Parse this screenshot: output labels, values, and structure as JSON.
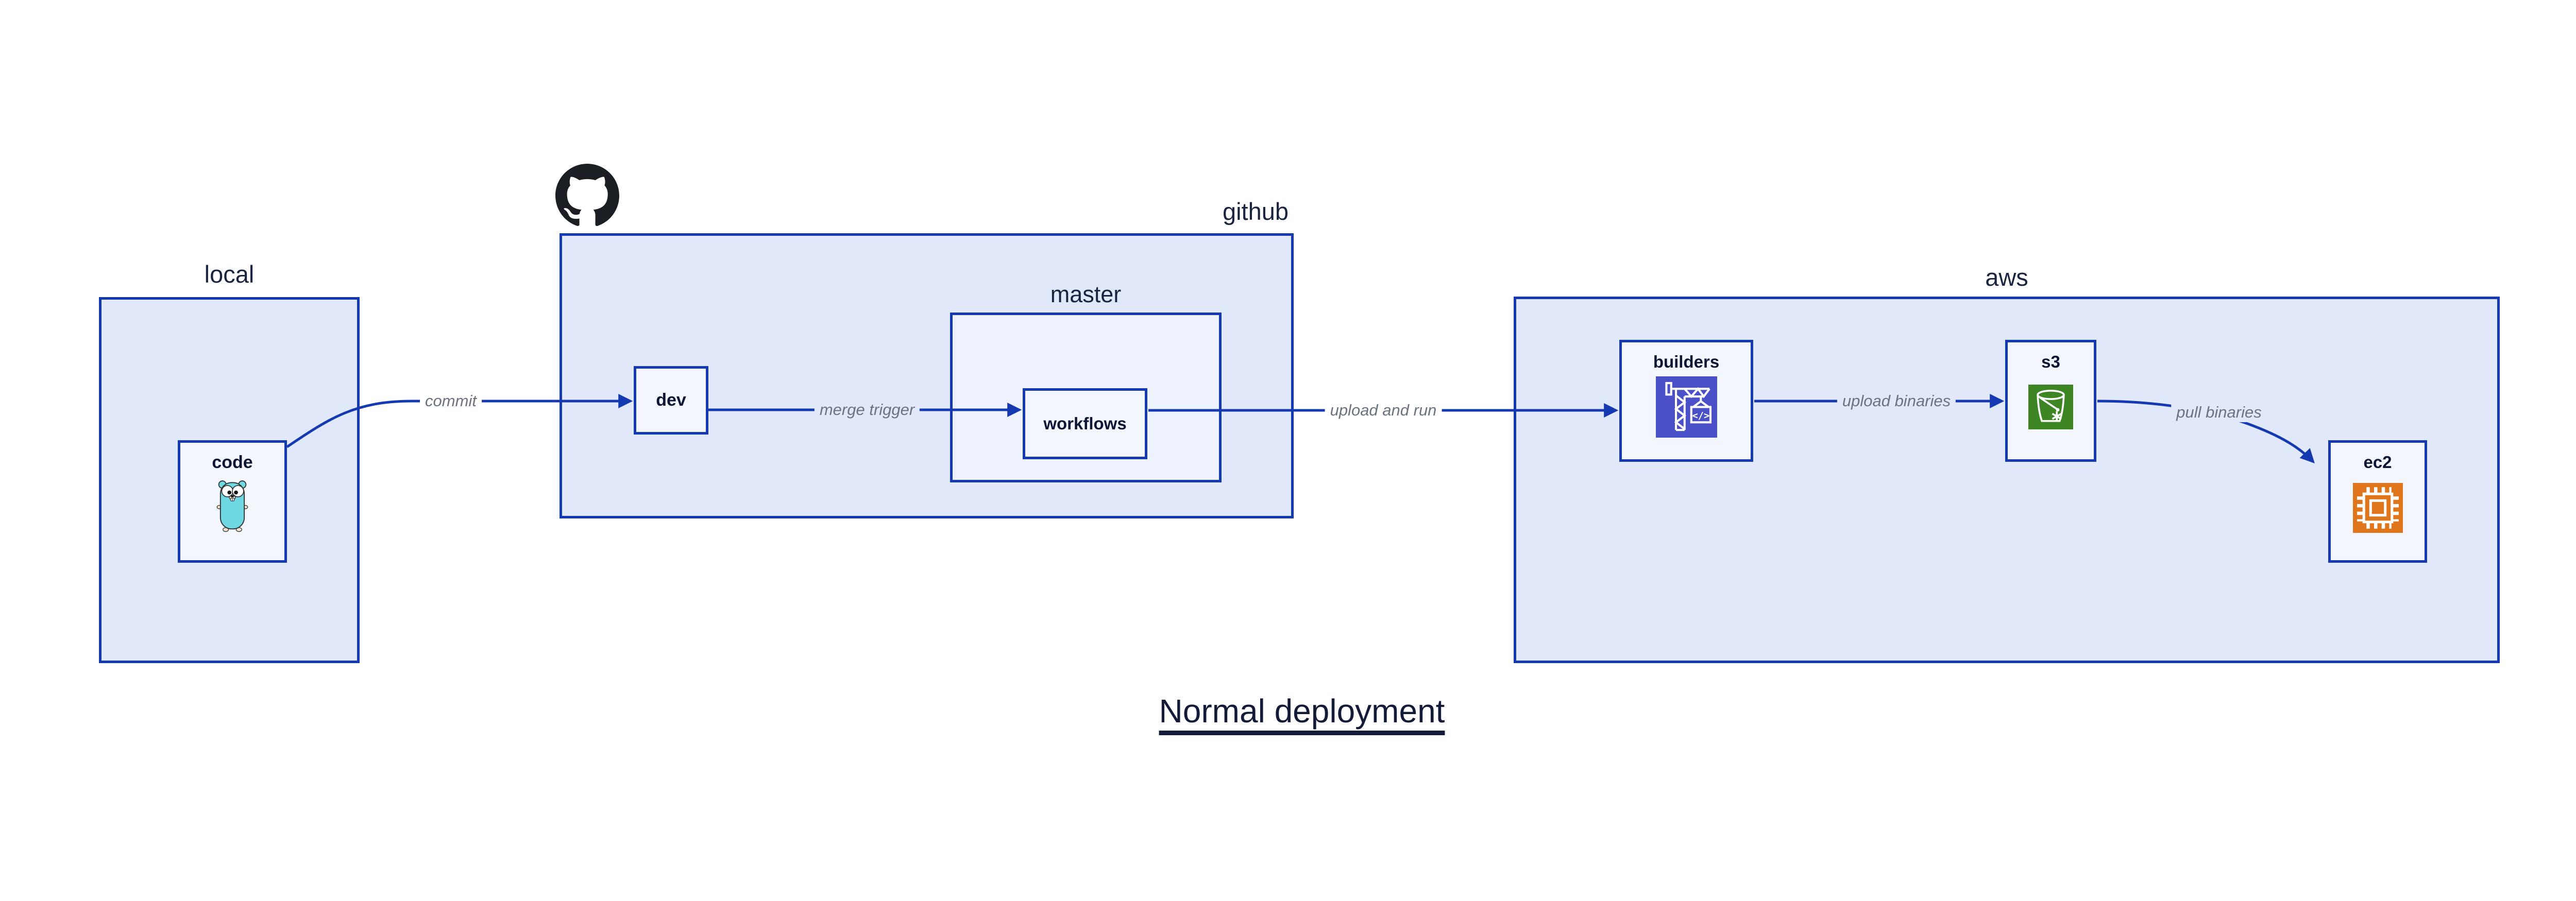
{
  "diagram": {
    "title": "Normal deployment",
    "groups": {
      "local": {
        "label": "local"
      },
      "github": {
        "label": "github"
      },
      "master": {
        "label": "master"
      },
      "aws": {
        "label": "aws"
      }
    },
    "nodes": {
      "code": {
        "label": "code",
        "icon": "go-gopher-icon"
      },
      "dev": {
        "label": "dev"
      },
      "workflows": {
        "label": "workflows"
      },
      "builders": {
        "label": "builders",
        "icon": "codebuild-crane-icon"
      },
      "s3": {
        "label": "s3",
        "icon": "s3-glacier-bucket-icon"
      },
      "ec2": {
        "label": "ec2",
        "icon": "ec2-chip-icon"
      }
    },
    "edges": [
      {
        "from": "code",
        "to": "dev",
        "label": "commit"
      },
      {
        "from": "dev",
        "to": "workflows",
        "label": "merge trigger"
      },
      {
        "from": "workflows",
        "to": "builders",
        "label": "upload and run"
      },
      {
        "from": "builders",
        "to": "s3",
        "label": "upload binaries"
      },
      {
        "from": "s3",
        "to": "ec2",
        "label": "pull binaries"
      }
    ],
    "icons": {
      "logo": "github-octocat-icon",
      "code_icon_text": "</>"
    },
    "colors": {
      "accent_blue": "#1539b1",
      "group_fill": "#e1e8f9",
      "subgroup_fill": "#edf2fc",
      "node_fill": "#f3f6fd",
      "edge_label_gray": "#6b7280",
      "label_navy": "#0d1635",
      "codebuild_tile": "#4a50c8",
      "s3_tile": "#3e8624",
      "ec2_tile": "#e0761c",
      "octocat_black": "#1b1f23"
    }
  }
}
